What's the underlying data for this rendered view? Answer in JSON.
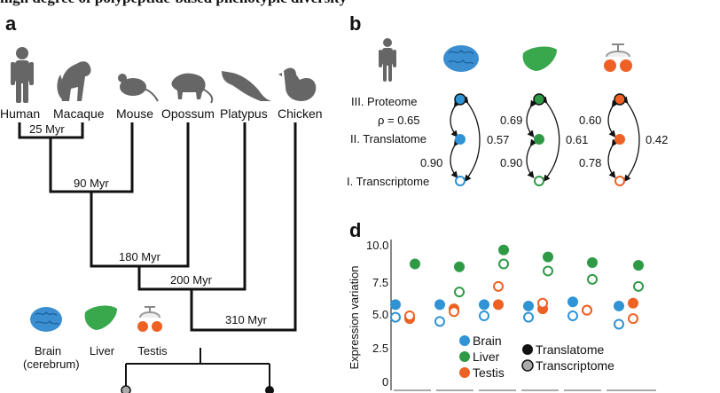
{
  "header": {
    "title_fragment": "high degree of polypeptide-based phenotypic diversity"
  },
  "panels": {
    "a": "a",
    "b": "b",
    "d": "d"
  },
  "species": [
    "Human",
    "Macaque",
    "Mouse",
    "Opossum",
    "Platypus",
    "Chicken"
  ],
  "divergence_times": [
    "25 Myr",
    "90 Myr",
    "180 Myr",
    "200 Myr",
    "310 Myr"
  ],
  "organs": {
    "brain": "Brain",
    "brain_sub": "(cerebrum)",
    "liver": "Liver",
    "testis": "Testis"
  },
  "layers": [
    "III. Proteome",
    "II. Translatome",
    "I. Transcriptome"
  ],
  "correlations": {
    "rho_prefix": "ρ = ",
    "brain": {
      "pro_tra": "0.65",
      "tra_tsc": "0.90",
      "pro_tsc": "0.57"
    },
    "liver": {
      "pro_tra": "0.69",
      "tra_tsc": "0.90",
      "pro_tsc": "0.61"
    },
    "testis": {
      "pro_tra": "0.60",
      "tra_tsc": "0.78",
      "pro_tsc": "0.42"
    }
  },
  "colors": {
    "brain": "#2f93d5",
    "liver": "#2e9a46",
    "testis": "#ee6124",
    "dark": "#111111",
    "grey": "#aaaaaa"
  },
  "icons": [
    "human-silhouette-icon",
    "macaque-silhouette-icon",
    "mouse-silhouette-icon",
    "opossum-silhouette-icon",
    "platypus-silhouette-icon",
    "chicken-silhouette-icon",
    "brain-icon",
    "liver-icon",
    "testis-icon"
  ],
  "chart_data": {
    "type": "scatter",
    "ylabel": "Expression variation",
    "yticks": [
      "10.0",
      "7.5",
      "5.0",
      "2.5",
      "0"
    ],
    "ylim": [
      0,
      10.5
    ],
    "groups": 6,
    "series": [
      {
        "name": "Brain",
        "marker": "Translatome",
        "values": [
          5.8,
          5.8,
          5.8,
          5.7,
          6.0,
          5.7
        ]
      },
      {
        "name": "Brain",
        "marker": "Transcriptome",
        "values": [
          4.9,
          4.6,
          5.0,
          4.9,
          5.0,
          4.4
        ]
      },
      {
        "name": "Liver",
        "marker": "Translatome",
        "values": [
          8.7,
          8.5,
          9.7,
          9.2,
          8.8,
          8.6
        ]
      },
      {
        "name": "Liver",
        "marker": "Transcriptome",
        "values": [
          null,
          6.7,
          8.7,
          8.2,
          7.6,
          7.1
        ]
      },
      {
        "name": "Testis",
        "marker": "Translatome",
        "values": [
          4.8,
          5.5,
          5.8,
          5.5,
          5.4,
          5.9
        ]
      },
      {
        "name": "Testis",
        "marker": "Transcriptome",
        "values": [
          5.0,
          5.3,
          7.1,
          5.9,
          5.4,
          4.8
        ]
      }
    ],
    "legend": {
      "tissues": [
        "Brain",
        "Liver",
        "Testis"
      ],
      "markers": [
        "Translatome",
        "Transcriptome"
      ]
    }
  }
}
